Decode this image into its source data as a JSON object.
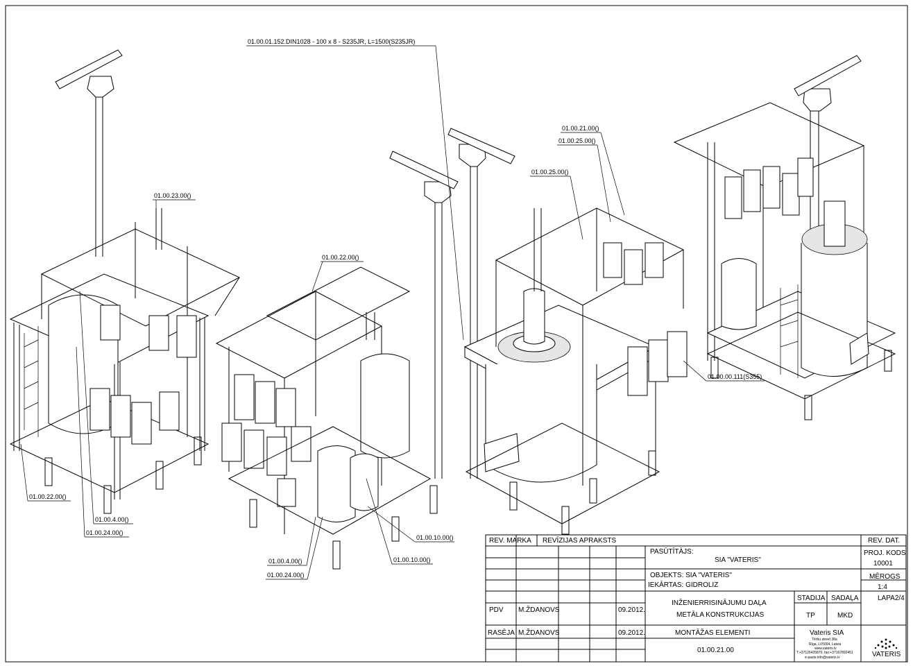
{
  "callouts": {
    "beam_spec": "01.00.01.152.DIN1028 - 100 x 8 - S235JR, L=1500(S235JR)",
    "c_23": "01.00.23.00()",
    "c_22_top": "01.00.22.00()",
    "c_22_left": "01.00.22.00()",
    "c_4_left": "01.00.4.00()",
    "c_24_left": "01.00.24.00()",
    "c_4_mid": "01.00.4.00()",
    "c_24_mid": "01.00.24.00()",
    "c_10_a": "01.00.10.00()",
    "c_10_b": "01.00.10.00()",
    "c_21": "01.00.21.00()",
    "c_25_a": "01.00.25.00()",
    "c_25_b": "01.00.25.00()",
    "c_111": "01.00.00.111(S355)"
  },
  "title_block": {
    "rev_marka": "REV. MARKA",
    "rev_apraksts": "REVĪZIJAS APRAKSTS",
    "rev_dat": "REV. DAT.",
    "pasutitajs_label": "PASŪTĪTĀJS:",
    "pasutitajs_value": "SIA  \"VATERIS\"",
    "proj_kods_label": "PROJ. KODS",
    "proj_kods_value": "10001",
    "objekts": "OBJEKTS:   SIA  \"VATERIS\"",
    "iekartas": "IEKĀRTAS: GIDROLIZ",
    "merogs_label": "MĒROGS",
    "merogs_value": "1:4",
    "section_line1": "INŽENIERRISINĀJUMU DAĻA",
    "section_line2": "METĀLA KONSTRUKCIJAS",
    "stadija_label": "STADIJA",
    "stadija_value": "TP",
    "sadala_label": "SADAĻA",
    "sadala_value": "MKD",
    "lapa": "LAPA2/4",
    "pdv_role": "PDV",
    "pdv_name": "M.ŽDANOVS",
    "pdv_date": "09.2012.",
    "raseja_role": "RASĒJA",
    "raseja_name": "M.ŽDANOVS",
    "raseja_date": "09.2012.",
    "drawing_title": "MONTĀŽAS ELEMENTI",
    "drawing_number": "01.00.21.00",
    "company_name": "Vateris SIA",
    "company_addr1": "Tērbu street 38a",
    "company_addr2": "Rīga, LV5004, Latvia",
    "company_web": "www.vateris.lv",
    "company_tel": "T:+37126425870, fax:+37167892451",
    "company_mail": "e-pasts:info@vateris.lv",
    "logo_text": "VATERIS"
  }
}
